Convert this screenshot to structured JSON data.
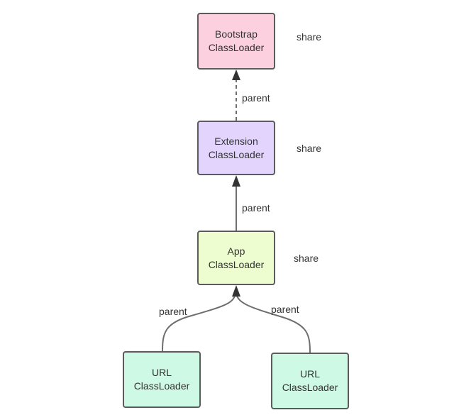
{
  "colors": {
    "bootstrap_fill": "#fdd0df",
    "extension_fill": "#e3d4fd",
    "app_fill": "#edfdd0",
    "url_fill": "#cef9e5",
    "border": "#5b5b5b",
    "arrow": "#6e6e6e",
    "text": "#333333"
  },
  "nodes": {
    "bootstrap": {
      "line1": "Bootstrap",
      "line2": "ClassLoader",
      "side_label": "share"
    },
    "extension": {
      "line1": "Extension",
      "line2": "ClassLoader",
      "side_label": "share"
    },
    "app": {
      "line1": "App",
      "line2": "ClassLoader",
      "side_label": "share"
    },
    "url_left": {
      "line1": "URL",
      "line2": "ClassLoader"
    },
    "url_right": {
      "line1": "URL",
      "line2": "ClassLoader"
    }
  },
  "edges": [
    {
      "from": "extension",
      "to": "bootstrap",
      "label": "parent",
      "style": "dashed"
    },
    {
      "from": "app",
      "to": "extension",
      "label": "parent",
      "style": "solid"
    },
    {
      "from": "url_left",
      "to": "app",
      "label": "parent",
      "style": "solid"
    },
    {
      "from": "url_right",
      "to": "app",
      "label": "parent",
      "style": "solid"
    }
  ]
}
